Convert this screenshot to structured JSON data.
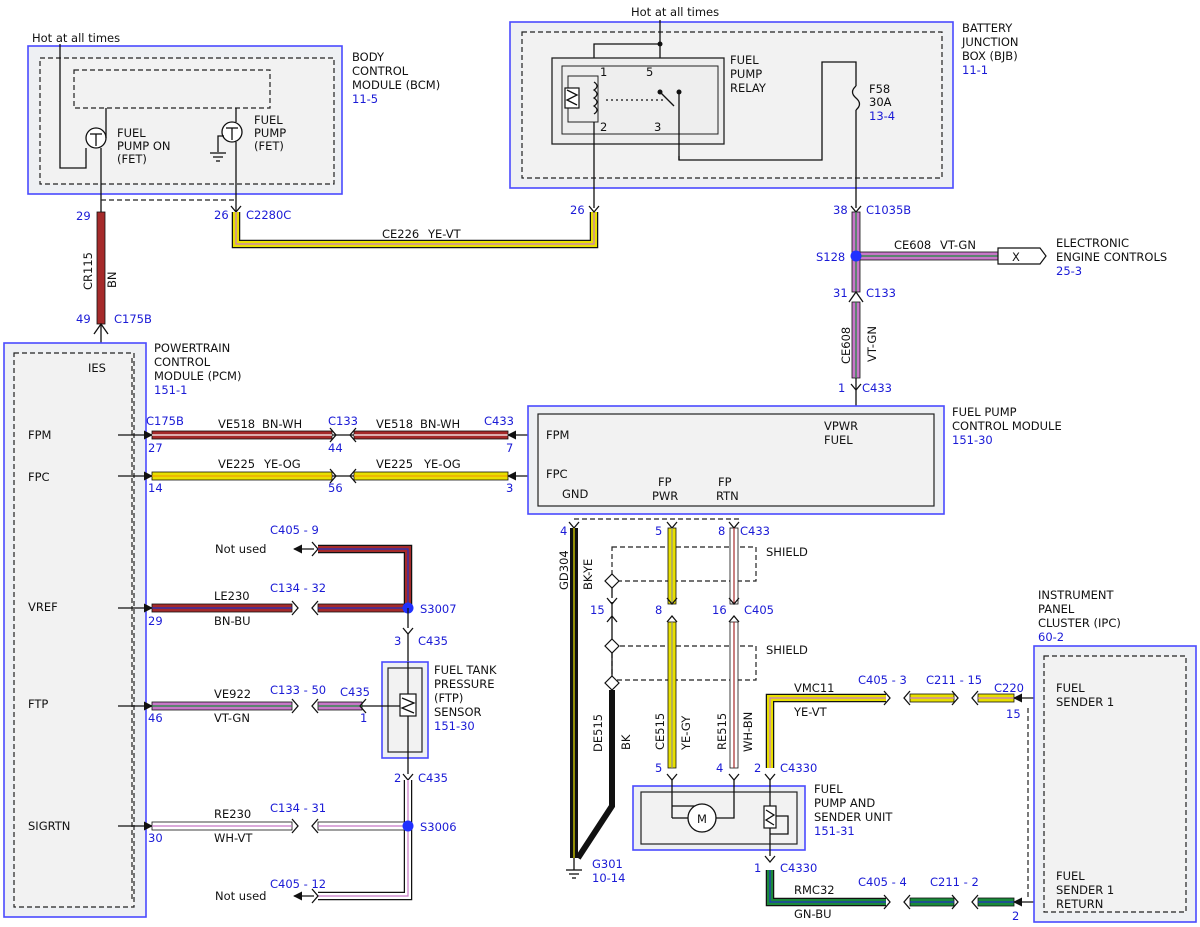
{
  "hot_at_all_times": "Hot at all times",
  "bcm": {
    "title": [
      "BODY",
      "CONTROL",
      "MODULE (BCM)"
    ],
    "ref": "11-5",
    "fet_on": [
      "FUEL",
      "PUMP ON",
      "(FET)"
    ],
    "fet_pump": [
      "FUEL",
      "PUMP",
      "(FET)"
    ],
    "pin_29": "29",
    "pin_26": "26",
    "connector": "C2280C"
  },
  "bjb": {
    "title": [
      "BATTERY",
      "JUNCTION",
      "BOX (BJB)"
    ],
    "ref": "11-1",
    "relay": [
      "FUEL",
      "PUMP",
      "RELAY"
    ],
    "relay_pins": [
      "1",
      "5",
      "2",
      "3"
    ],
    "fuse": [
      "F58",
      "30A"
    ],
    "fuse_ref": "13-4",
    "pin_26": "26",
    "pin_38": "38",
    "connector": "C1035B"
  },
  "wires": {
    "ce226": {
      "circuit": "CE226",
      "color": "YE-VT"
    },
    "cr115": {
      "circuit": "CR115",
      "color": "BN"
    },
    "ce608_h": {
      "circuit": "CE608",
      "color": "VT-GN"
    },
    "ce608_v": {
      "circuit": "CE608",
      "color": "VT-GN"
    },
    "ve518_a": {
      "circuit": "VE518",
      "color": "BN-WH"
    },
    "ve518_b": {
      "circuit": "VE518",
      "color": "BN-WH"
    },
    "ve225_a": {
      "circuit": "VE225",
      "color": "YE-OG"
    },
    "ve225_b": {
      "circuit": "VE225",
      "color": "YE-OG"
    },
    "le230": {
      "circuit": "LE230",
      "color": "BN-BU"
    },
    "ve922": {
      "circuit": "VE922",
      "color": "VT-GN"
    },
    "re230": {
      "circuit": "RE230",
      "color": "WH-VT"
    },
    "gd304": {
      "circuit": "GD304",
      "color": "BK-YE"
    },
    "de515": {
      "circuit": "DE515",
      "color": "BK"
    },
    "ce515": {
      "circuit": "CE515",
      "color": "YE-GY"
    },
    "re515": {
      "circuit": "RE515",
      "color": "WH-BN"
    },
    "vmc11": {
      "circuit": "VMC11",
      "color": "YE-VT"
    },
    "rmc32": {
      "circuit": "RMC32",
      "color": "GN-BU"
    }
  },
  "splice_s128": "S128",
  "c133_top": {
    "pin": "31",
    "connector": "C133"
  },
  "c433_top": {
    "pin": "1",
    "connector": "C433"
  },
  "eec": {
    "symbol": "X",
    "title": [
      "ELECTRONIC",
      "ENGINE CONTROLS"
    ],
    "ref": "25-3"
  },
  "c175b_top": {
    "pin": "49",
    "connector": "C175B"
  },
  "pcm": {
    "title": [
      "POWERTRAIN",
      "CONTROL",
      "MODULE (PCM)"
    ],
    "ref": "151-1",
    "ies": "IES",
    "pins": [
      "FPM",
      "FPC",
      "VREF",
      "FTP",
      "SIGRTN"
    ]
  },
  "fpm_row": {
    "c175b": "C175B",
    "pin_27": "27",
    "c133": "C133",
    "pin_44": "44",
    "c433": "C433",
    "pin_7": "7"
  },
  "fpc_row": {
    "pin_14": "14",
    "pin_56": "56",
    "pin_3": "3"
  },
  "fpcm": {
    "title": [
      "FUEL PUMP",
      "CONTROL MODULE"
    ],
    "ref": "151-30",
    "vpwr": [
      "VPWR",
      "FUEL"
    ],
    "fpm": "FPM",
    "fpc": "FPC",
    "gnd": "GND",
    "fp_pwr": [
      "FP",
      "PWR"
    ],
    "fp_rtn": [
      "FP",
      "RTN"
    ],
    "pin_4": "4",
    "pin_5": "5",
    "pin_8": "8",
    "c433": "C433"
  },
  "not_used": "Not used",
  "c405_9": "C405  -  9",
  "c134_32": "C134  -  32",
  "pin_29_vref": "29",
  "s3007": "S3007",
  "c435_a": {
    "pin": "3",
    "connector": "C435"
  },
  "c133_50": "C133  -  50",
  "c435_b": {
    "pin": "1",
    "connector": "C435"
  },
  "pin_46": "46",
  "ftp": {
    "title": [
      "FUEL TANK",
      "PRESSURE",
      "(FTP)",
      "SENSOR"
    ],
    "ref": "151-30"
  },
  "c435_c": {
    "pin": "2",
    "connector": "C435"
  },
  "c134_31": "C134  -  31",
  "pin_30": "30",
  "s3006": "S3006",
  "c405_12": "C405  -  12",
  "shield": "SHIELD",
  "c405_mid": {
    "pin_15": "15",
    "pin_8": "8",
    "pin_16": "16",
    "connector": "C405"
  },
  "fpsu": {
    "title": [
      "FUEL",
      "PUMP AND",
      "SENDER UNIT"
    ],
    "ref": "151-31",
    "motor": "M",
    "pin_5": "5",
    "pin_4": "4",
    "pin_2": "2",
    "pin_1": "1",
    "connector": "C4330"
  },
  "g301": {
    "name": "G301",
    "ref": "10-14"
  },
  "c405_3": "C405  - 3",
  "c211_15": "C211  -  15",
  "c220": {
    "connector": "C220",
    "pin": "15"
  },
  "c405_4": "C405  -  4",
  "c211_2": "C211  -  2",
  "pin_2_ret": "2",
  "ipc": {
    "title": [
      "INSTRUMENT",
      "PANEL",
      "CLUSTER (IPC)"
    ],
    "ref": "60-2",
    "sender1": [
      "FUEL",
      "SENDER 1"
    ],
    "sender1_return": [
      "FUEL",
      "SENDER 1",
      "RETURN"
    ]
  },
  "colors": {
    "BN": "#a52a2a",
    "YE": "#e8e000",
    "VT": "#c878c8",
    "GN": "#1a8a3a",
    "BU": "#2030c0",
    "WH": "#ffffff",
    "OG": "#f0a000",
    "BK": "#111111",
    "GY": "#909090",
    "blue_text": "#1a1ad6"
  }
}
